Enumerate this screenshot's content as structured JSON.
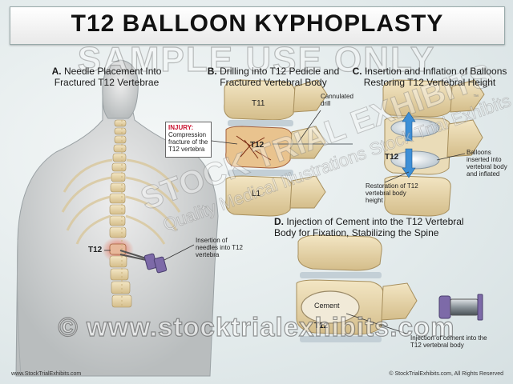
{
  "title": "T12 BALLOON KYPHOPLASTY",
  "watermark_top": "SAMPLE USE ONLY",
  "watermark_url": "© www.stocktrialexhibits.com",
  "watermark_diag": "STOCK TRIAL EXHIBITS",
  "watermark_diag2": "Quality Medical Illustrations  Stock Trial Exhibits Only",
  "trademark": "™",
  "panels": {
    "a": {
      "letter": "A.",
      "title_line1": "Needle Placement Into",
      "title_line2": "Fractured T12 Vertebrae",
      "level_label": "T12",
      "note": "Insertion of needles into T12 vertebra"
    },
    "b": {
      "letter": "B.",
      "title_line1": "Drilling into T12 Pedicle and",
      "title_line2": "Fractured Vertebral Body",
      "t11": "T11",
      "t12": "T12",
      "l1": "L1",
      "drill": "Cannulated drill",
      "injury_title": "INJURY:",
      "injury_text": "Compression fracture of the T12 vertebra"
    },
    "c": {
      "letter": "C.",
      "title_line1": "Insertion and Inflation of Balloons",
      "title_line2": "Restoring T12 Vertebral Height",
      "t12": "T12",
      "balloons": "Balloons inserted into vertebral body and inflated",
      "restoration": "Restoration of T12 vertebral body height"
    },
    "d": {
      "letter": "D.",
      "title_line1": "Injection of Cement into the T12 Vertebral",
      "title_line2": "Body for Fixation, Stabilizing the Spine",
      "cement": "Cement",
      "t12": "T12",
      "note": "Injection of cement into the T12 vertebral body"
    }
  },
  "footer_left": "www.StockTrialExhibits.com",
  "footer_right": "© StockTrialExhibits.com, All Rights Reserved"
}
